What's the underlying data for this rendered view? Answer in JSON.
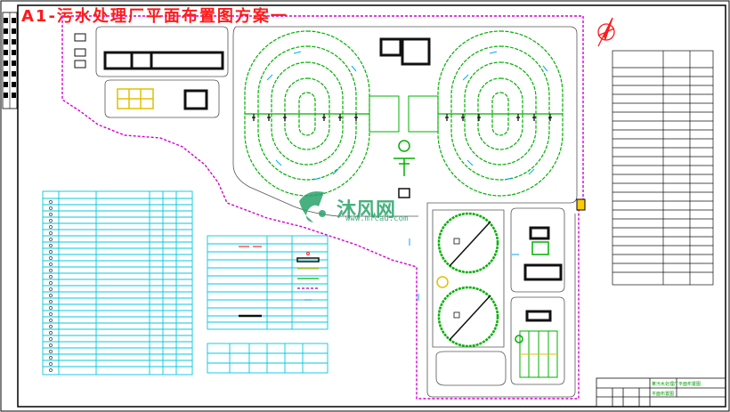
{
  "drawing": {
    "title": "A1-污水处理厂平面布置图方案一",
    "watermark_brand": "沐风网",
    "watermark_url": "www.mfcad.com"
  },
  "title_block": {
    "project_line": "某污水处理厂平面布置图",
    "sheet_line": "平面布置图"
  },
  "legend_sample": "—  —",
  "colors": {
    "site_boundary": "#d400d4",
    "aeration_tank": "#00b000",
    "buildings": "#111111",
    "tables": "#00c8e0",
    "flow_arrows": "#00aaff",
    "title": "#ff1a1a",
    "north_arrow": "#ff1a1a"
  },
  "icons": {
    "north_arrow": "north-arrow-icon",
    "logo": "mfcad-logo-icon"
  }
}
